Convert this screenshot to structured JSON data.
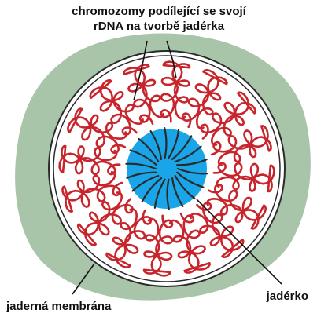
{
  "labels": {
    "chromosomes_line1": "chromozomy podílející se svojí",
    "chromosomes_line2": "rDNA na tvorbě jadérka",
    "nucleolus": "jadérko",
    "nuclear_membrane": "jaderná membrána"
  },
  "colors": {
    "cytoplasm": "#a9c5a9",
    "nucleoplasm": "#ffffff",
    "membrane": "#2a2a2a",
    "chromosome": "#c8242b",
    "nucleolus": "#1aa5e8",
    "leader": "#111111"
  },
  "icons": {
    "cell": "cell-cross-section-icon"
  }
}
